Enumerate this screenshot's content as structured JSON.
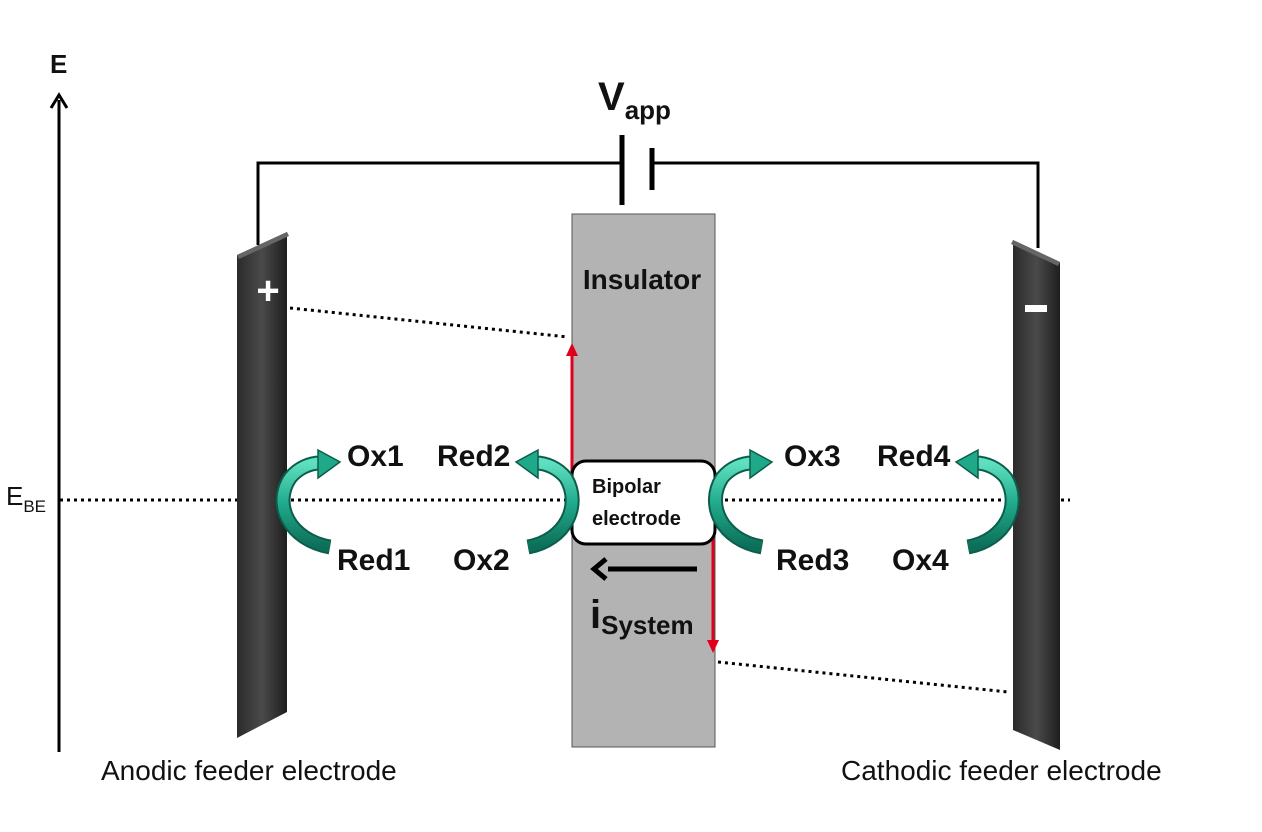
{
  "axis": {
    "energy": "E",
    "e_be_main": "E",
    "e_be_sub": "BE"
  },
  "vapp": {
    "main": "V",
    "sub": "app"
  },
  "insulator": {
    "label": "Insulator"
  },
  "bipolar": {
    "line1": "Bipolar",
    "line2": "electrode"
  },
  "current": {
    "main": "i",
    "sub": "System"
  },
  "anode": {
    "sign": "+",
    "caption": "Anodic feeder electrode"
  },
  "cathode": {
    "sign": "-",
    "caption": "Cathodic feeder electrode"
  },
  "species": {
    "ox1": "Ox1",
    "red1": "Red1",
    "red2": "Red2",
    "ox2": "Ox2",
    "ox3": "Ox3",
    "red3": "Red3",
    "red4": "Red4",
    "ox4": "Ox4"
  },
  "colors": {
    "electrode": "#3a3a3a",
    "insulator": "#b3b3b3",
    "potential_arrow": "#e0001b",
    "redox_arrow": "#1fa88a"
  }
}
